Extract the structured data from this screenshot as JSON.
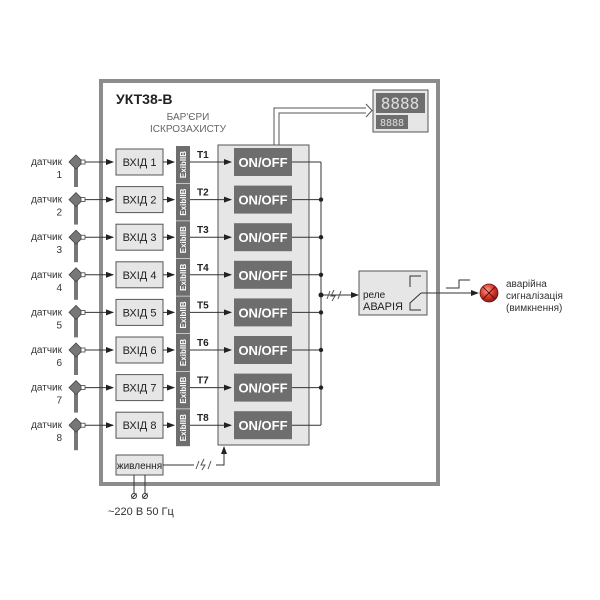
{
  "device": {
    "title": "УКТ38-В",
    "barrier_caption_line1": "БАР'ЄРИ",
    "barrier_caption_line2": "ІСКРОЗАХИСТУ"
  },
  "display": {
    "top_digits": "8888",
    "bottom_digits": "8888"
  },
  "channels": [
    {
      "sensor_word": "датчик",
      "sensor_num": "1",
      "input": "ВХІД 1",
      "barrier": "ExibIIB",
      "t": "T1",
      "module": "ON/OFF"
    },
    {
      "sensor_word": "датчик",
      "sensor_num": "2",
      "input": "ВХІД 2",
      "barrier": "ExibIIB",
      "t": "T2",
      "module": "ON/OFF"
    },
    {
      "sensor_word": "датчик",
      "sensor_num": "3",
      "input": "ВХІД 3",
      "barrier": "ExibIIB",
      "t": "T3",
      "module": "ON/OFF"
    },
    {
      "sensor_word": "датчик",
      "sensor_num": "4",
      "input": "ВХІД 4",
      "barrier": "ExibIIB",
      "t": "T4",
      "module": "ON/OFF"
    },
    {
      "sensor_word": "датчик",
      "sensor_num": "5",
      "input": "ВХІД 5",
      "barrier": "ExibIIB",
      "t": "T5",
      "module": "ON/OFF"
    },
    {
      "sensor_word": "датчик",
      "sensor_num": "6",
      "input": "ВХІД 6",
      "barrier": "ExibIIB",
      "t": "T6",
      "module": "ON/OFF"
    },
    {
      "sensor_word": "датчик",
      "sensor_num": "7",
      "input": "ВХІД 7",
      "barrier": "ExibIIB",
      "t": "T7",
      "module": "ON/OFF"
    },
    {
      "sensor_word": "датчик",
      "sensor_num": "8",
      "input": "ВХІД 8",
      "barrier": "ExibIIB",
      "t": "T8",
      "module": "ON/OFF"
    }
  ],
  "relay": {
    "line1": "реле",
    "line2": "АВАРІЯ"
  },
  "alarm": {
    "line1": "аварійна",
    "line2": "сигналізація",
    "line3": "(вимкнення)"
  },
  "power": {
    "label": "живлення",
    "supply": "~220 В 50 Гц"
  },
  "colors": {
    "frame": "#8c8c8c",
    "box_fill": "#e6e6e6",
    "dark_fill": "#6e6e6e",
    "lamp": "#d9342b"
  }
}
